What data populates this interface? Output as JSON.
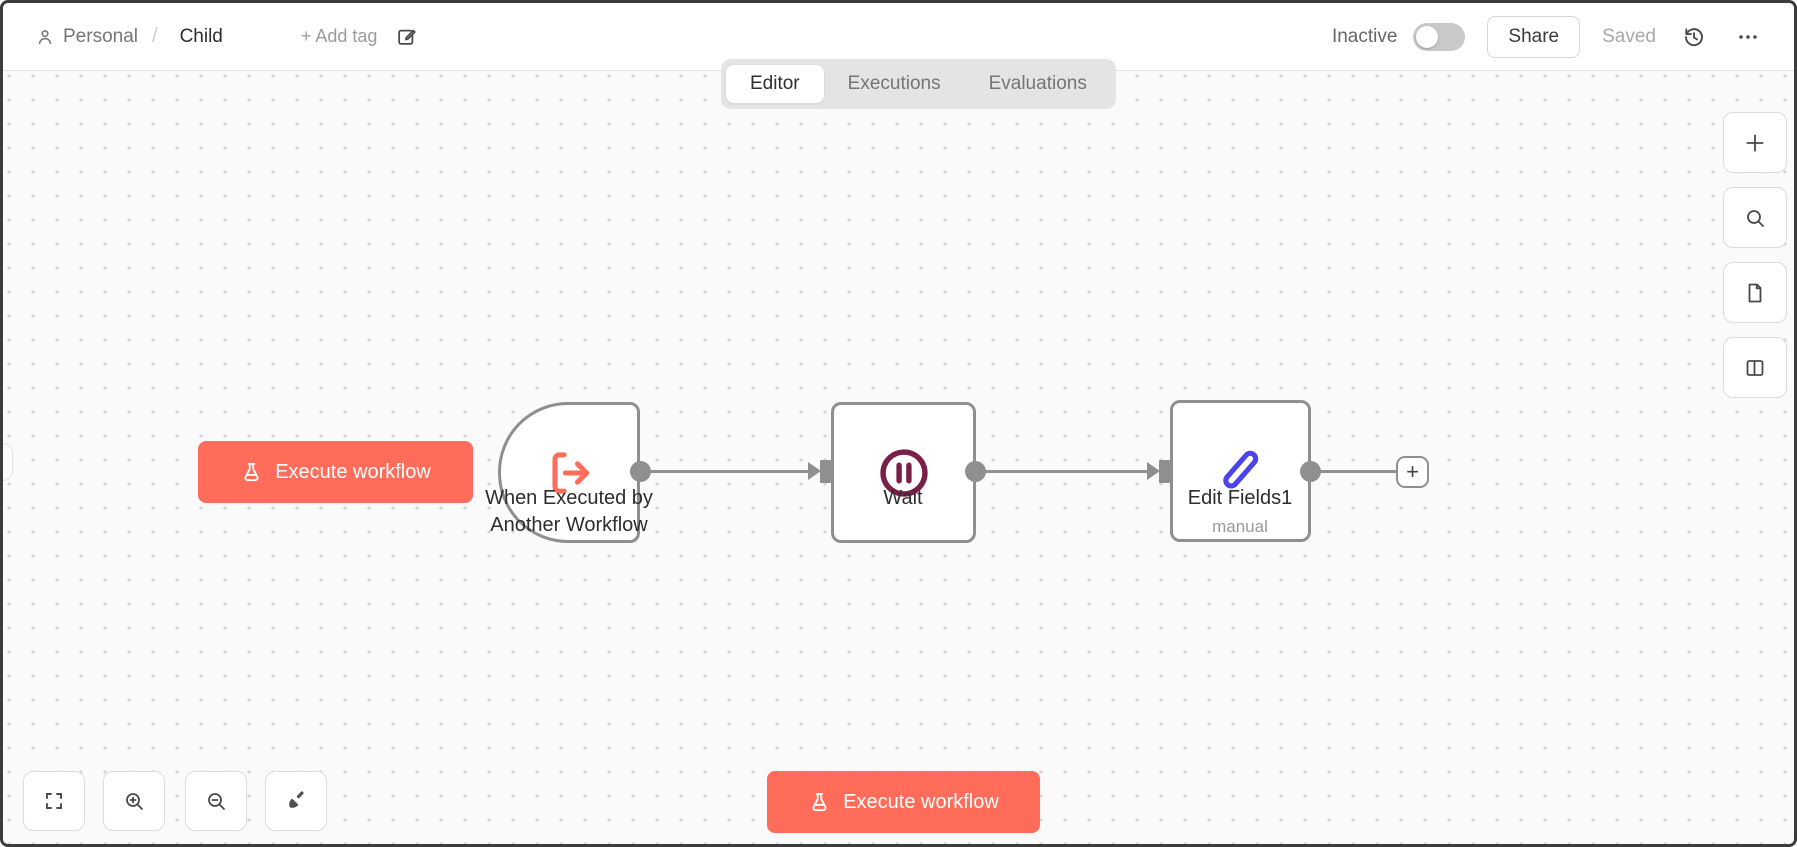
{
  "header": {
    "project_label": "Personal",
    "separator": "/",
    "workflow_name": "Child",
    "add_tag": "+ Add tag",
    "activation_status": "Inactive",
    "activation_on": false,
    "share": "Share",
    "save_status": "Saved"
  },
  "tabs": {
    "editor": "Editor",
    "executions": "Executions",
    "evaluations": "Evaluations",
    "active_tab": "Editor"
  },
  "canvas": {
    "execute_button": "Execute workflow",
    "add_node_button": "+",
    "nodes": [
      {
        "id": "when-executed-by-another-workflow",
        "type": "execute-workflow-trigger",
        "label": "When Executed by\nAnother Workflow",
        "icon": "sign-out-arrow-icon",
        "icon_color": "#ff6d5a"
      },
      {
        "id": "wait",
        "type": "wait",
        "label": "Wait",
        "icon": "pause-circle-icon",
        "icon_color": "#7a2048"
      },
      {
        "id": "edit-fields1",
        "type": "set",
        "label": "Edit Fields1",
        "subtitle": "manual",
        "icon": "pen-icon",
        "icon_color": "#4a43ee"
      }
    ]
  },
  "controls": {
    "right_toolbar": [
      "add-node",
      "search",
      "sticky-note",
      "toggle-panel"
    ],
    "bottom_left": [
      "fit-view",
      "zoom-in",
      "zoom-out",
      "tidy-up"
    ]
  },
  "footer": {
    "execute_button": "Execute workflow"
  },
  "colors": {
    "primary": "#ff6d5a",
    "node_border": "#8f8f8f",
    "canvas_bg": "#fafafa",
    "tab_bg": "#e4e4e4",
    "wait_icon": "#7a2048",
    "set_icon": "#4a43ee",
    "window_border": "#3c3c3c"
  }
}
